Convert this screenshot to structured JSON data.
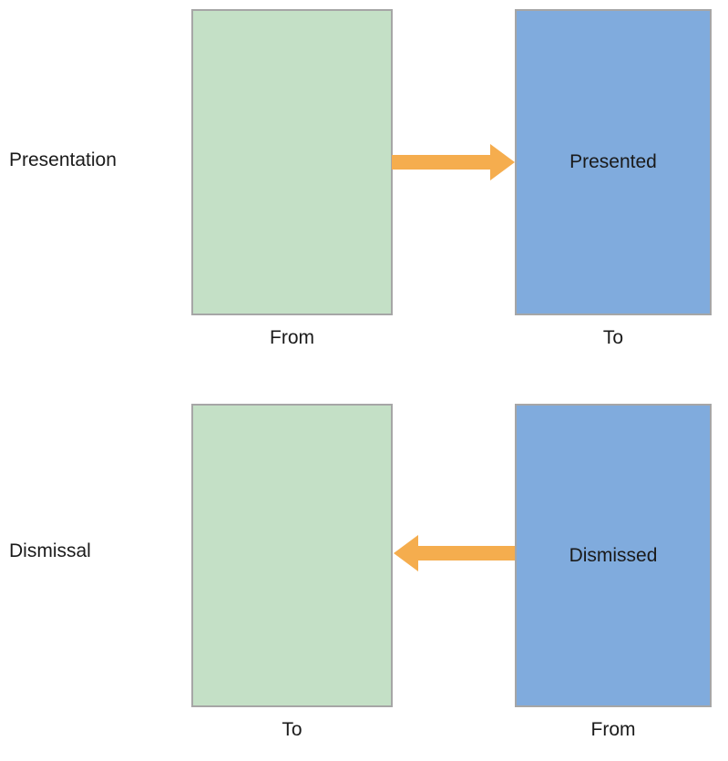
{
  "diagram": {
    "title_text": "",
    "background_color": "#ffffff",
    "palette": {
      "green_fill": "#c4e0c6",
      "blue_fill": "#80abdd",
      "box_border": "#a6a6a6",
      "arrow_color": "#f5ad4e",
      "text_color": "#1a1a1a"
    },
    "rows": [
      {
        "stage_label": "Presentation",
        "left_box": {
          "fill": "green",
          "inner_label": "",
          "caption": "From"
        },
        "right_box": {
          "fill": "blue",
          "inner_label": "Presented",
          "caption": "To"
        },
        "arrow": {
          "direction": "right",
          "color": "#f5ad4e",
          "from": "From",
          "to": "Presented"
        }
      },
      {
        "stage_label": "Dismissal",
        "left_box": {
          "fill": "green",
          "inner_label": "",
          "caption": "To"
        },
        "right_box": {
          "fill": "blue",
          "inner_label": "Dismissed",
          "caption": "From"
        },
        "arrow": {
          "direction": "left",
          "color": "#f5ad4e",
          "from": "Dismissed",
          "to": "To"
        }
      }
    ]
  }
}
